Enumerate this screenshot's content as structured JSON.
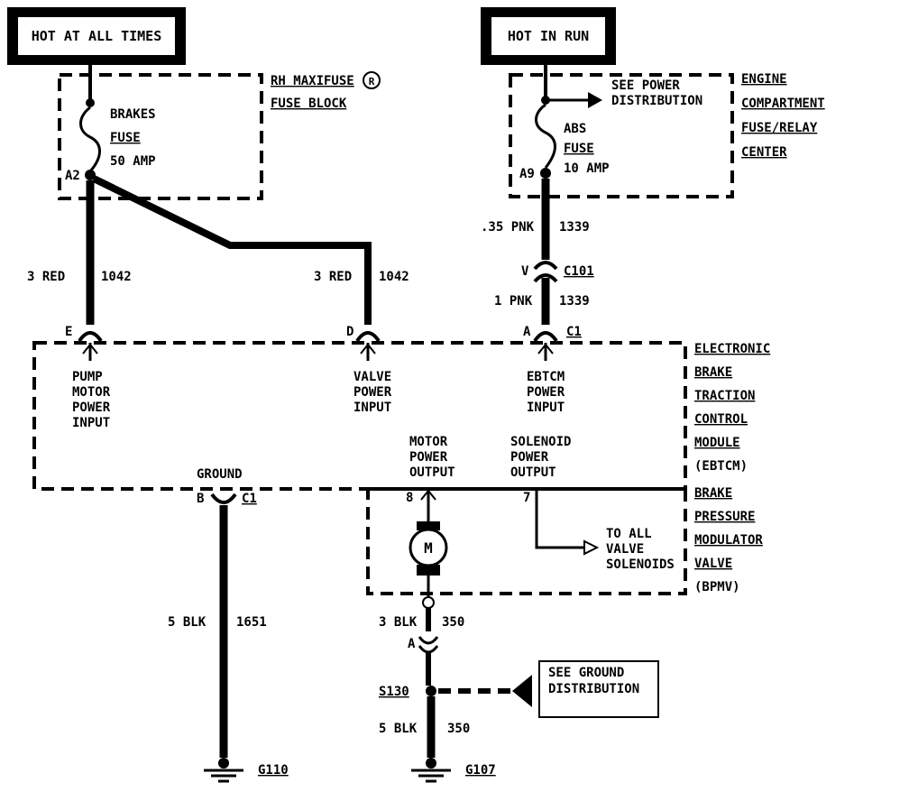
{
  "sources": {
    "hot_at_all_times": "HOT AT ALL TIMES",
    "hot_in_run": "HOT IN RUN"
  },
  "rh_fuse_block": {
    "line1": "RH MAXIFUSE",
    "registered": "R",
    "line2": "FUSE BLOCK",
    "fuse_name": "BRAKES",
    "fuse_word": "FUSE",
    "fuse_rating": "50 AMP",
    "terminal": "A2"
  },
  "engine_fuse_center": {
    "lines": [
      "ENGINE",
      "COMPARTMENT",
      "FUSE/RELAY",
      "CENTER"
    ],
    "see_power_1": "SEE POWER",
    "see_power_2": "DISTRIBUTION",
    "fuse_name": "ABS",
    "fuse_word": "FUSE",
    "fuse_rating": "10 AMP",
    "terminal": "A9"
  },
  "wires": {
    "red_left": {
      "size_color": "3 RED",
      "circuit": "1042"
    },
    "red_mid": {
      "size_color": "3 RED",
      "circuit": "1042"
    },
    "pnk_top": {
      "size_color": ".35 PNK",
      "circuit": "1339"
    },
    "pnk_bot": {
      "size_color": "1 PNK",
      "circuit": "1339"
    },
    "blk_ground": {
      "size_color": "5 BLK",
      "circuit": "1651"
    },
    "blk_motor": {
      "size_color": "3 BLK",
      "circuit": "350"
    },
    "blk_bottom": {
      "size_color": "5 BLK",
      "circuit": "350"
    }
  },
  "connectors": {
    "c101_pin": "V",
    "c101": "C101",
    "pin_e": "E",
    "pin_d": "D",
    "pin_a": "A",
    "c1_top": "C1",
    "pin_b": "B",
    "c1_bottom": "C1",
    "pin_8": "8",
    "pin_7": "7",
    "pin_a_motor": "A"
  },
  "module": {
    "lines": [
      "ELECTRONIC",
      "BRAKE",
      "TRACTION",
      "CONTROL",
      "MODULE",
      "(EBTCM)"
    ],
    "pump": [
      "PUMP",
      "MOTOR",
      "POWER",
      "INPUT"
    ],
    "valve": [
      "VALVE",
      "POWER",
      "INPUT"
    ],
    "ebtcm": [
      "EBTCM",
      "POWER",
      "INPUT"
    ],
    "ground": "GROUND",
    "motor_out": [
      "MOTOR",
      "POWER",
      "OUTPUT"
    ],
    "solenoid_out": [
      "SOLENOID",
      "POWER",
      "OUTPUT"
    ]
  },
  "bpmv": {
    "lines": [
      "BRAKE",
      "PRESSURE",
      "MODULATOR",
      "VALVE",
      "(BPMV)"
    ],
    "motor_symbol": "M",
    "to_all": [
      "TO ALL",
      "VALVE",
      "SOLENOIDS"
    ]
  },
  "grounds": {
    "splice": "S130",
    "see_ground_1": "SEE GROUND",
    "see_ground_2": "DISTRIBUTION",
    "g110": "G110",
    "g107": "G107"
  }
}
